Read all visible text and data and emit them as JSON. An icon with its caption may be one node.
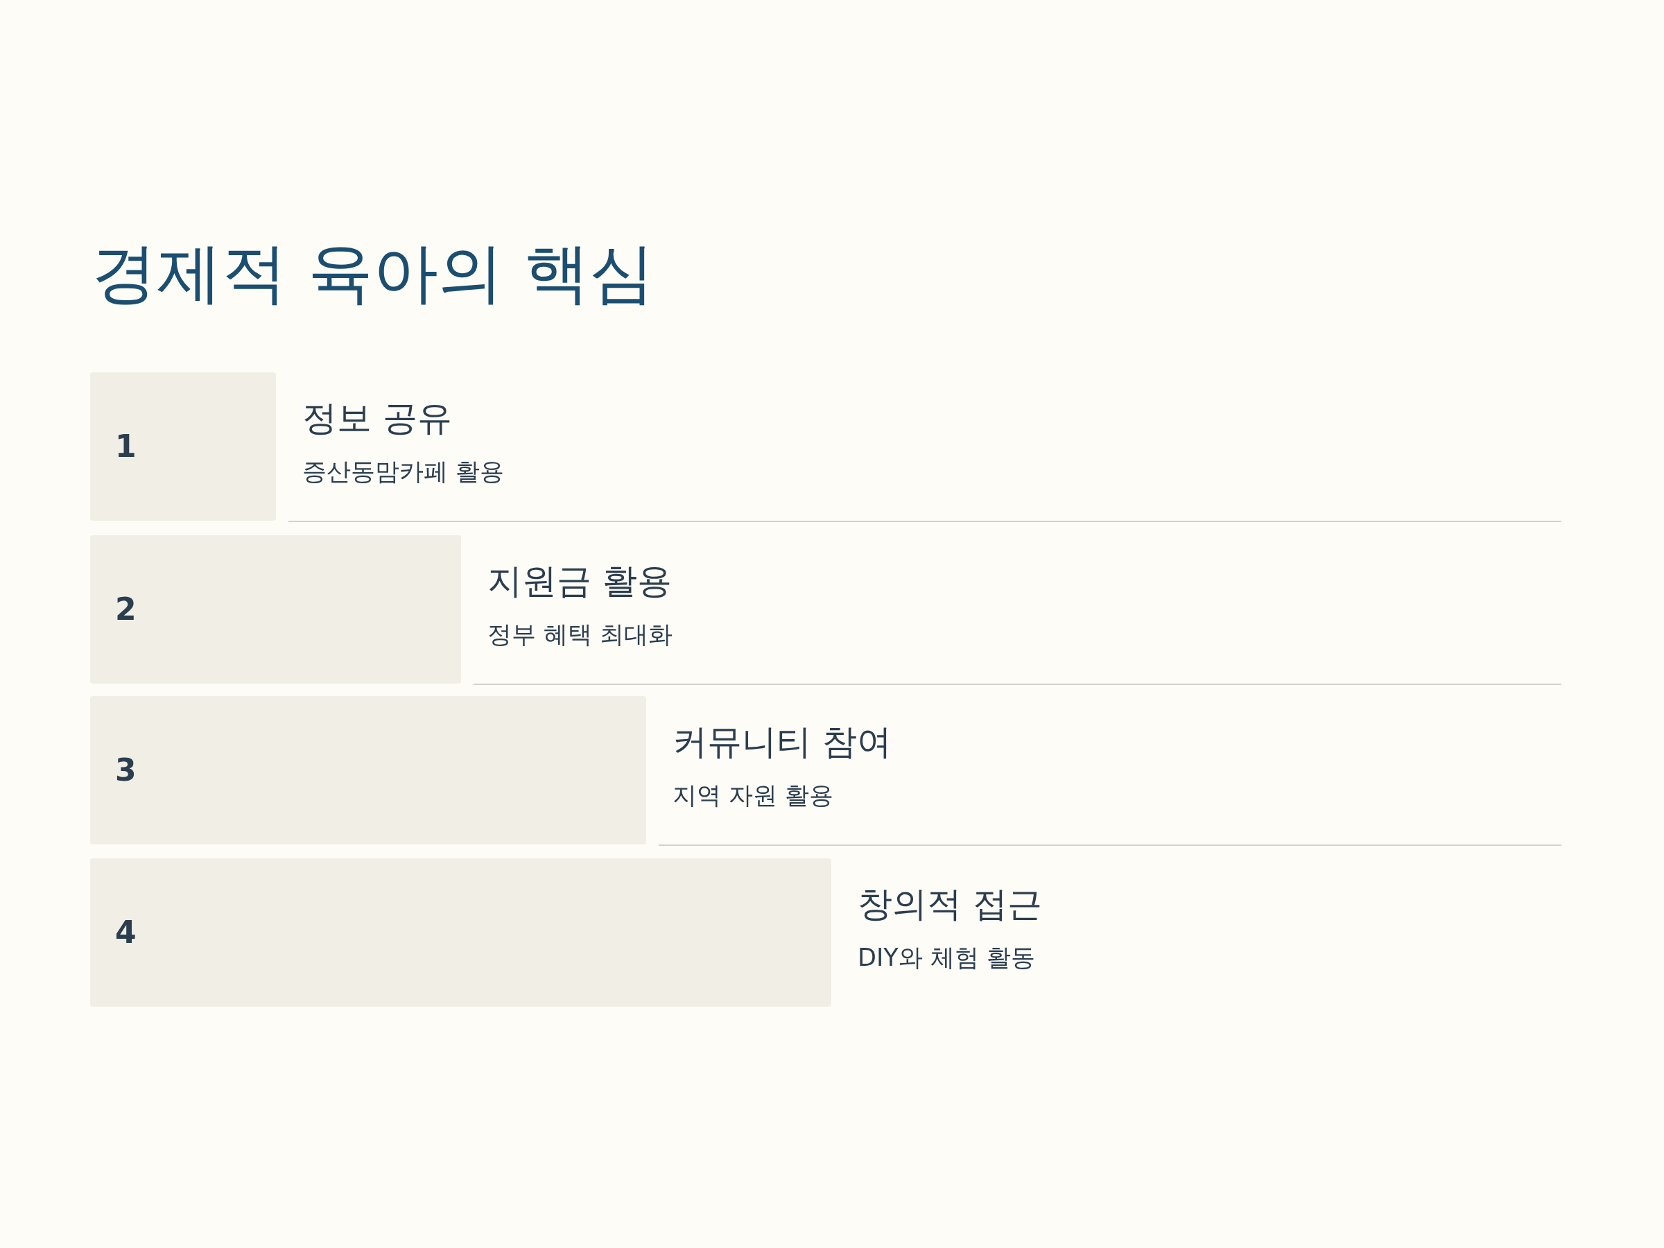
{
  "diagram": {
    "title": "경제적 육아의 핵심",
    "nodes": [
      {
        "text": [
          "1"
        ],
        "beside": [
          "정보 공유",
          "증산동맘카페 활용"
        ]
      },
      {
        "text": [
          "2"
        ],
        "beside": [
          "지원금 활용",
          "정부 혜택 최대화"
        ]
      },
      {
        "text": [
          "3"
        ],
        "beside": [
          "커뮤니티 참여",
          "지역 자원 활용"
        ]
      },
      {
        "text": [
          "4"
        ],
        "beside": [
          "창의적 접근",
          "DIY와 체험 활동"
        ]
      }
    ]
  }
}
